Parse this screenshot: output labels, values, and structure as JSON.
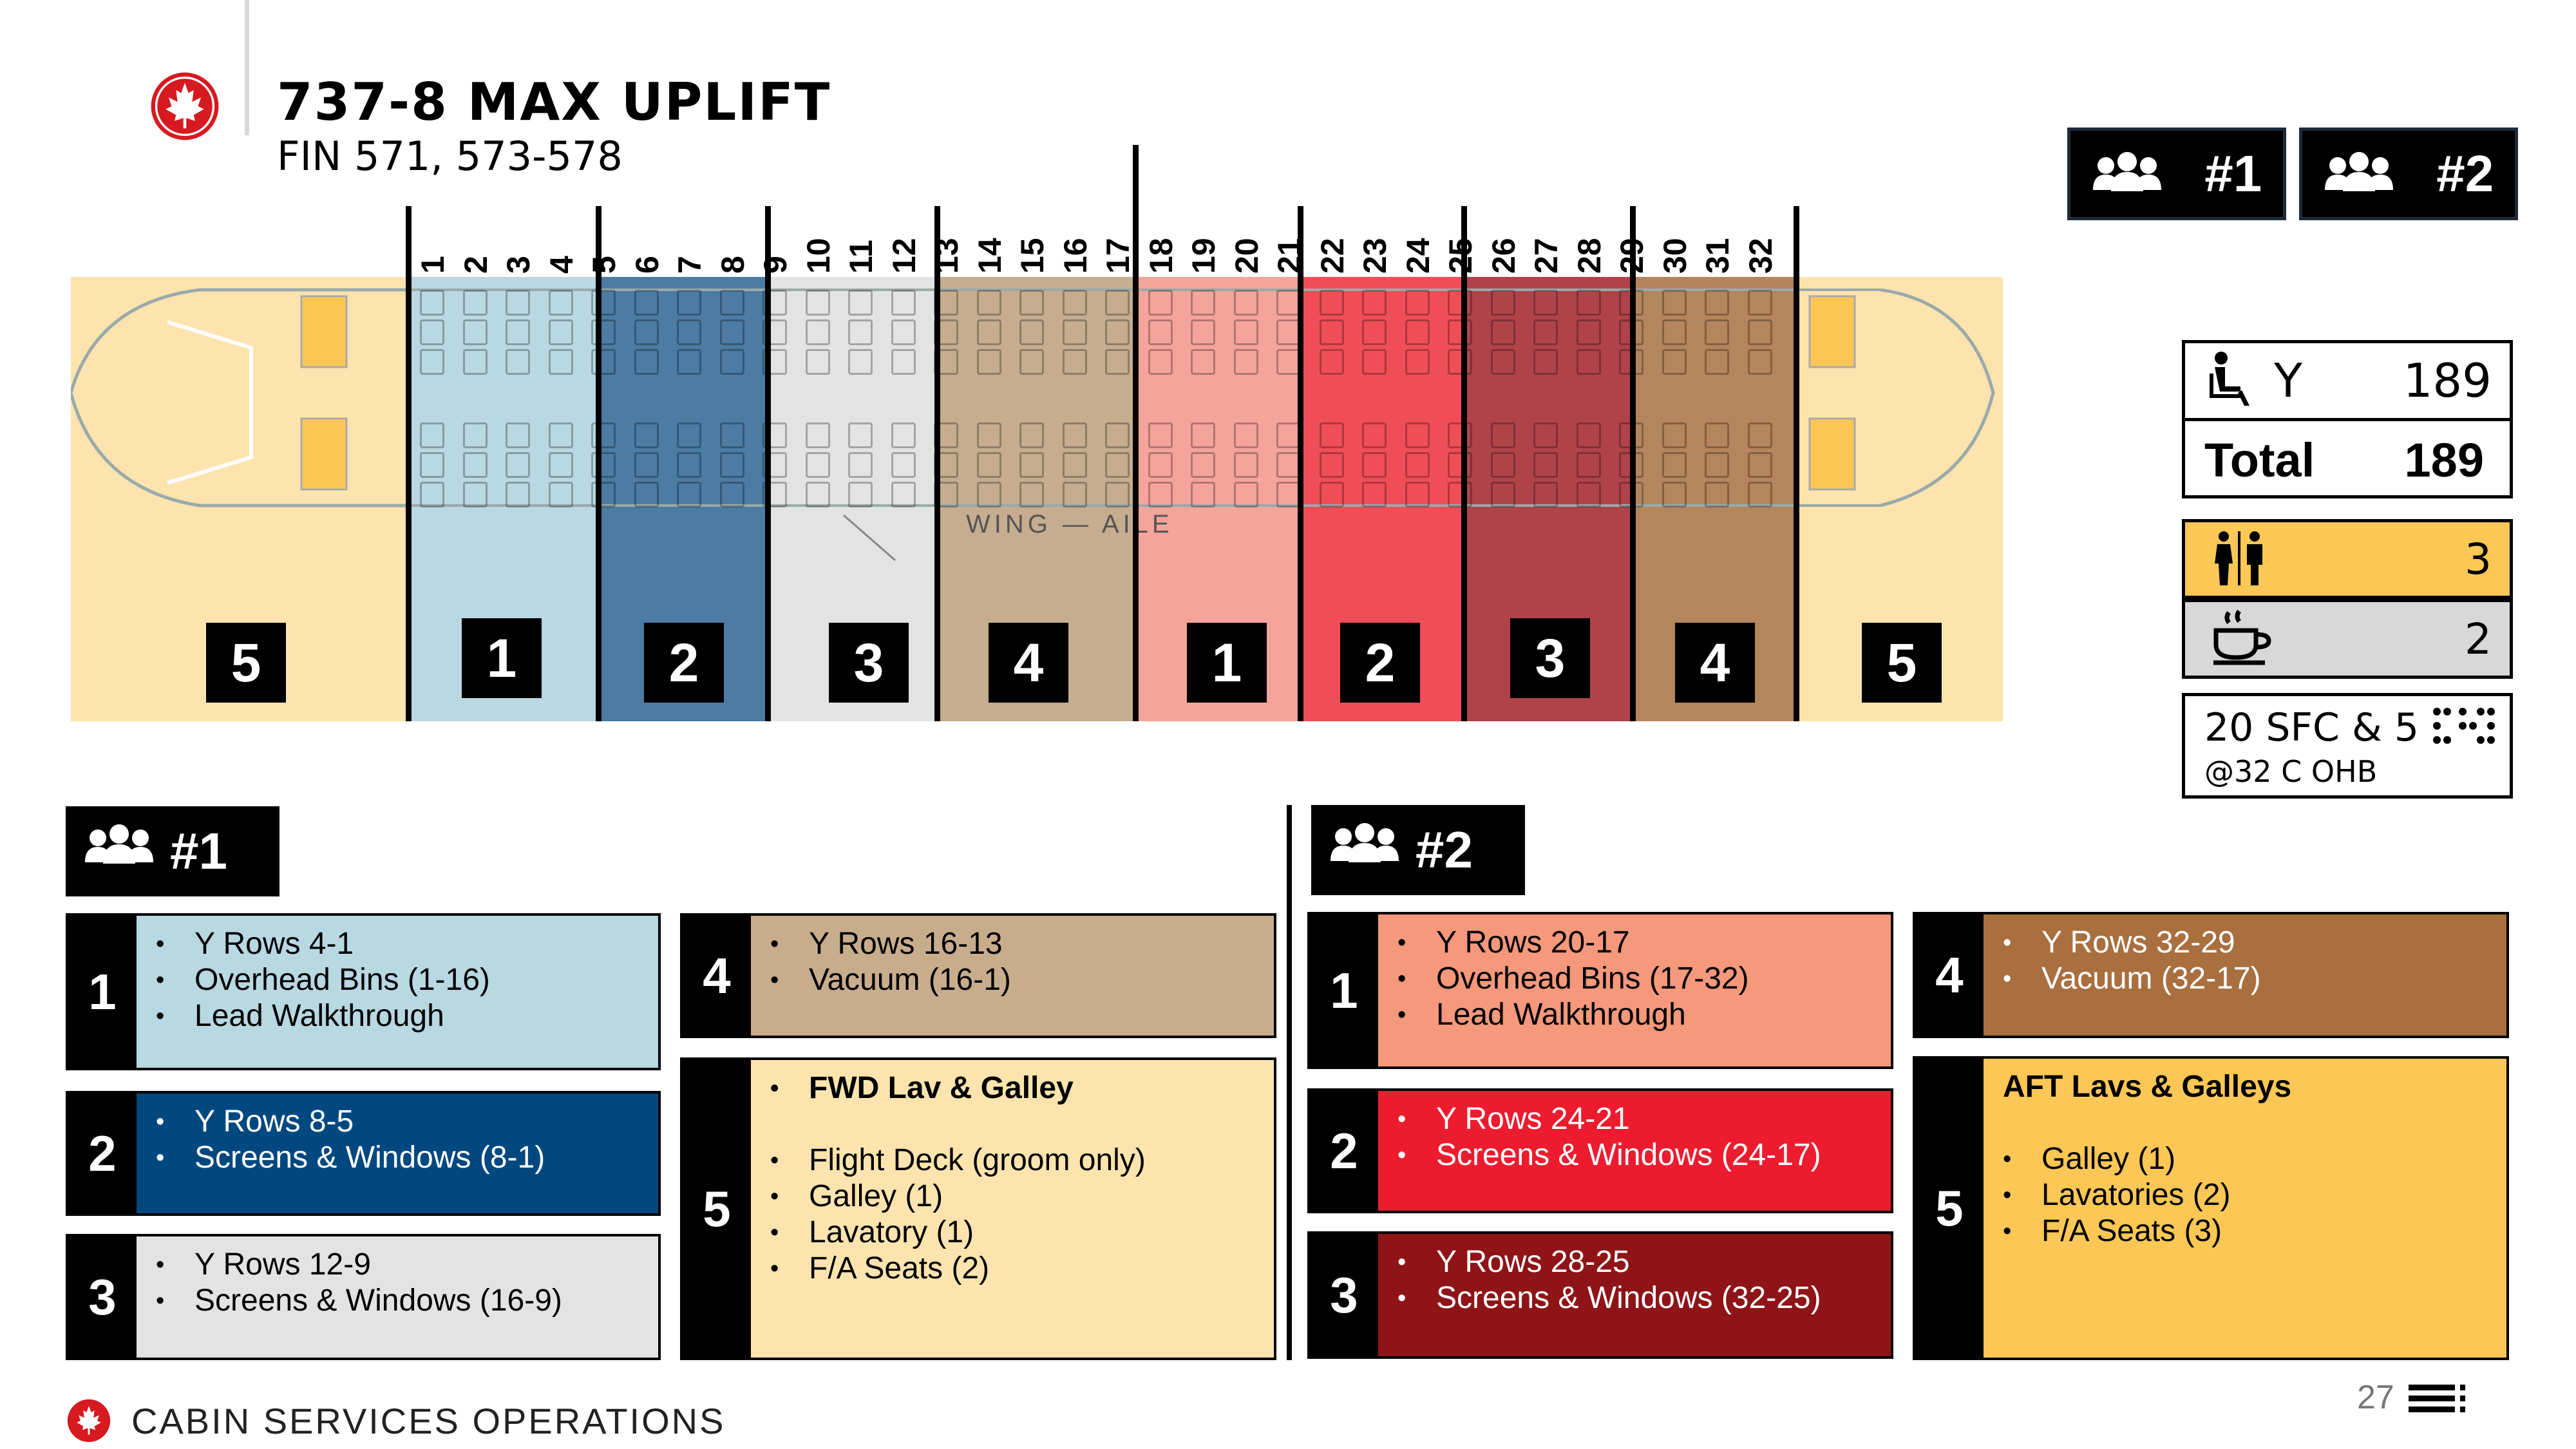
{
  "header": {
    "title": "737-8 MAX UPLIFT",
    "subtitle": "FIN 571, 573-578"
  },
  "teams": {
    "team1_label": "#1",
    "team2_label": "#2"
  },
  "seat_rows": [
    "1",
    "2",
    "3",
    "4",
    "5",
    "6",
    "7",
    "8",
    "9",
    "10",
    "11",
    "12",
    "13",
    "14",
    "15",
    "16",
    "17",
    "18",
    "19",
    "20",
    "21",
    "22",
    "23",
    "24",
    "25",
    "26",
    "27",
    "28",
    "29",
    "30",
    "31",
    "32"
  ],
  "wing_label": "WING — AILE",
  "zones": [
    {
      "label": "5",
      "color": "#fde3ad"
    },
    {
      "label": "1",
      "color": "#b9d8e3"
    },
    {
      "label": "2",
      "color": "#4c7ba3"
    },
    {
      "label": "3",
      "color": "#e3e3e3"
    },
    {
      "label": "4",
      "color": "#c6ad8f"
    },
    {
      "label": "1",
      "color": "#f5a49b"
    },
    {
      "label": "2",
      "color": "#f04e57"
    },
    {
      "label": "3",
      "color": "#b0434a"
    },
    {
      "label": "4",
      "color": "#b5855d"
    },
    {
      "label": "5",
      "color": "#fde3ad"
    }
  ],
  "summary": {
    "class_label": "Y",
    "class_count": "189",
    "total_label": "Total",
    "total_count": "189",
    "lav_count": "3",
    "galley_count": "2",
    "sfc_line1": "20 SFC & 5",
    "sfc_line2": "@32 C OHB"
  },
  "tasks": {
    "t1": [
      {
        "num": "1",
        "color": "#b8d8e2",
        "text_color": "#000",
        "items": [
          "Y Rows 4-1",
          "Overhead Bins (1-16)",
          "Lead Walkthrough"
        ]
      },
      {
        "num": "2",
        "color": "#00487f",
        "text_color": "#fff",
        "items": [
          "Y Rows 8-5",
          "Screens & Windows (8-1)"
        ]
      },
      {
        "num": "3",
        "color": "#e3e3e3",
        "text_color": "#000",
        "items": [
          "Y Rows 12-9",
          "Screens & Windows (16-9)"
        ]
      },
      {
        "num": "4",
        "color": "#c8ad8d",
        "text_color": "#000",
        "items": [
          "Y Rows 16-13",
          "Vacuum (16-1)"
        ]
      },
      {
        "num": "5",
        "color": "#fde4ae",
        "text_color": "#000",
        "heading": "FWD Lav & Galley",
        "items": [
          "Flight Deck (groom only)",
          "Galley (1)",
          "Lavatory (1)",
          "F/A Seats (2)"
        ]
      }
    ],
    "t2": [
      {
        "num": "1",
        "color": "#f5987c",
        "text_color": "#000",
        "items": [
          "Y Rows 20-17",
          "Overhead Bins (17-32)",
          "Lead Walkthrough"
        ]
      },
      {
        "num": "2",
        "color": "#ec1c2e",
        "text_color": "#fff",
        "items": [
          "Y Rows 24-21",
          "Screens & Windows (24-17)"
        ]
      },
      {
        "num": "3",
        "color": "#8e1418",
        "text_color": "#fff",
        "items": [
          "Y Rows 28-25",
          "Screens & Windows (32-25)"
        ]
      },
      {
        "num": "4",
        "color": "#a96f3f",
        "text_color": "#fff",
        "items": [
          "Y Rows 32-29",
          "Vacuum (32-17)"
        ]
      },
      {
        "num": "5",
        "color": "#fcc755",
        "text_color": "#000",
        "heading": "AFT Lavs & Galleys",
        "items": [
          "Galley (1)",
          "Lavatories (2)",
          "F/A Seats (3)"
        ]
      }
    ]
  },
  "footer": {
    "company": "CABIN SERVICES OPERATIONS",
    "page": "27"
  },
  "colors": {
    "brand_red": "#d71920"
  },
  "icons": [
    "air-canada-maple-leaf-icon",
    "people-group-icon",
    "seated-passenger-icon",
    "lavatory-icon",
    "coffee-cup-icon",
    "braille-icon",
    "menu-icon"
  ]
}
